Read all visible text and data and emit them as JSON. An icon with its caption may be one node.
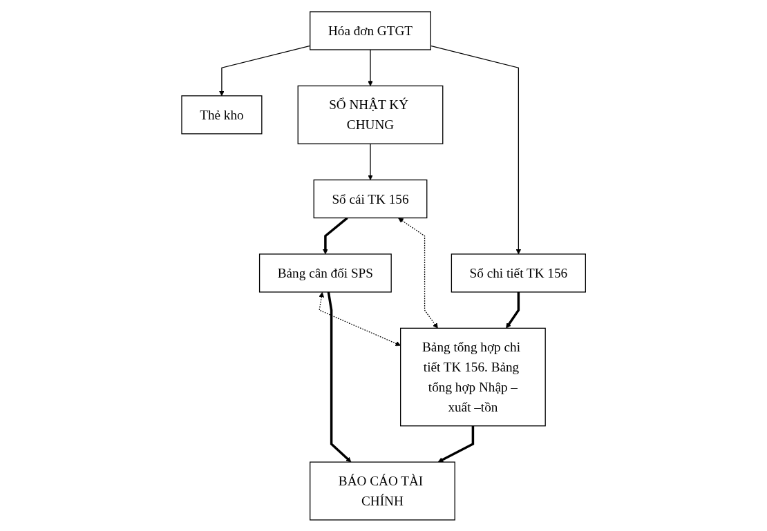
{
  "diagram": {
    "nodes": [
      {
        "text": [
          "Hóa đơn GTGT"
        ]
      },
      {
        "text": [
          "Thẻ kho"
        ]
      },
      {
        "text": [
          "SỔ NHẬT KÝ CHUNG"
        ]
      },
      {
        "text": [
          "Sổ chi tiết TK 156"
        ]
      },
      {
        "text": [
          "Sổ cái TK 156"
        ]
      },
      {
        "text": [
          "Bảng tổng hợp chi tiết TK 156. Bảng tổng hợp Nhập –xuất –tồn"
        ]
      },
      {
        "text": [
          "Bảng cân đối SPS"
        ]
      },
      {
        "text": [
          "BÁO CÁO TÀI CHÍNH"
        ]
      }
    ],
    "edges": [
      {
        "from": 0,
        "to": 1,
        "arrow": "to"
      },
      {
        "from": 0,
        "to": 2,
        "arrow": "to"
      },
      {
        "from": 0,
        "to": 3,
        "arrow": "to"
      },
      {
        "from": 2,
        "to": 4,
        "arrow": "to"
      },
      {
        "from": 3,
        "to": 5,
        "arrow": "to",
        "style": "thick"
      },
      {
        "from": 4,
        "to": 6,
        "arrow": "to",
        "style": "thick"
      },
      {
        "from": 4,
        "to": 5,
        "arrow": "both",
        "style": "dashed"
      },
      {
        "from": 6,
        "to": 5,
        "arrow": "both",
        "style": "dashed"
      },
      {
        "from": 6,
        "to": 7,
        "arrow": "to",
        "style": "thick"
      },
      {
        "from": 5,
        "to": 7,
        "arrow": "to",
        "style": "thick"
      }
    ]
  }
}
